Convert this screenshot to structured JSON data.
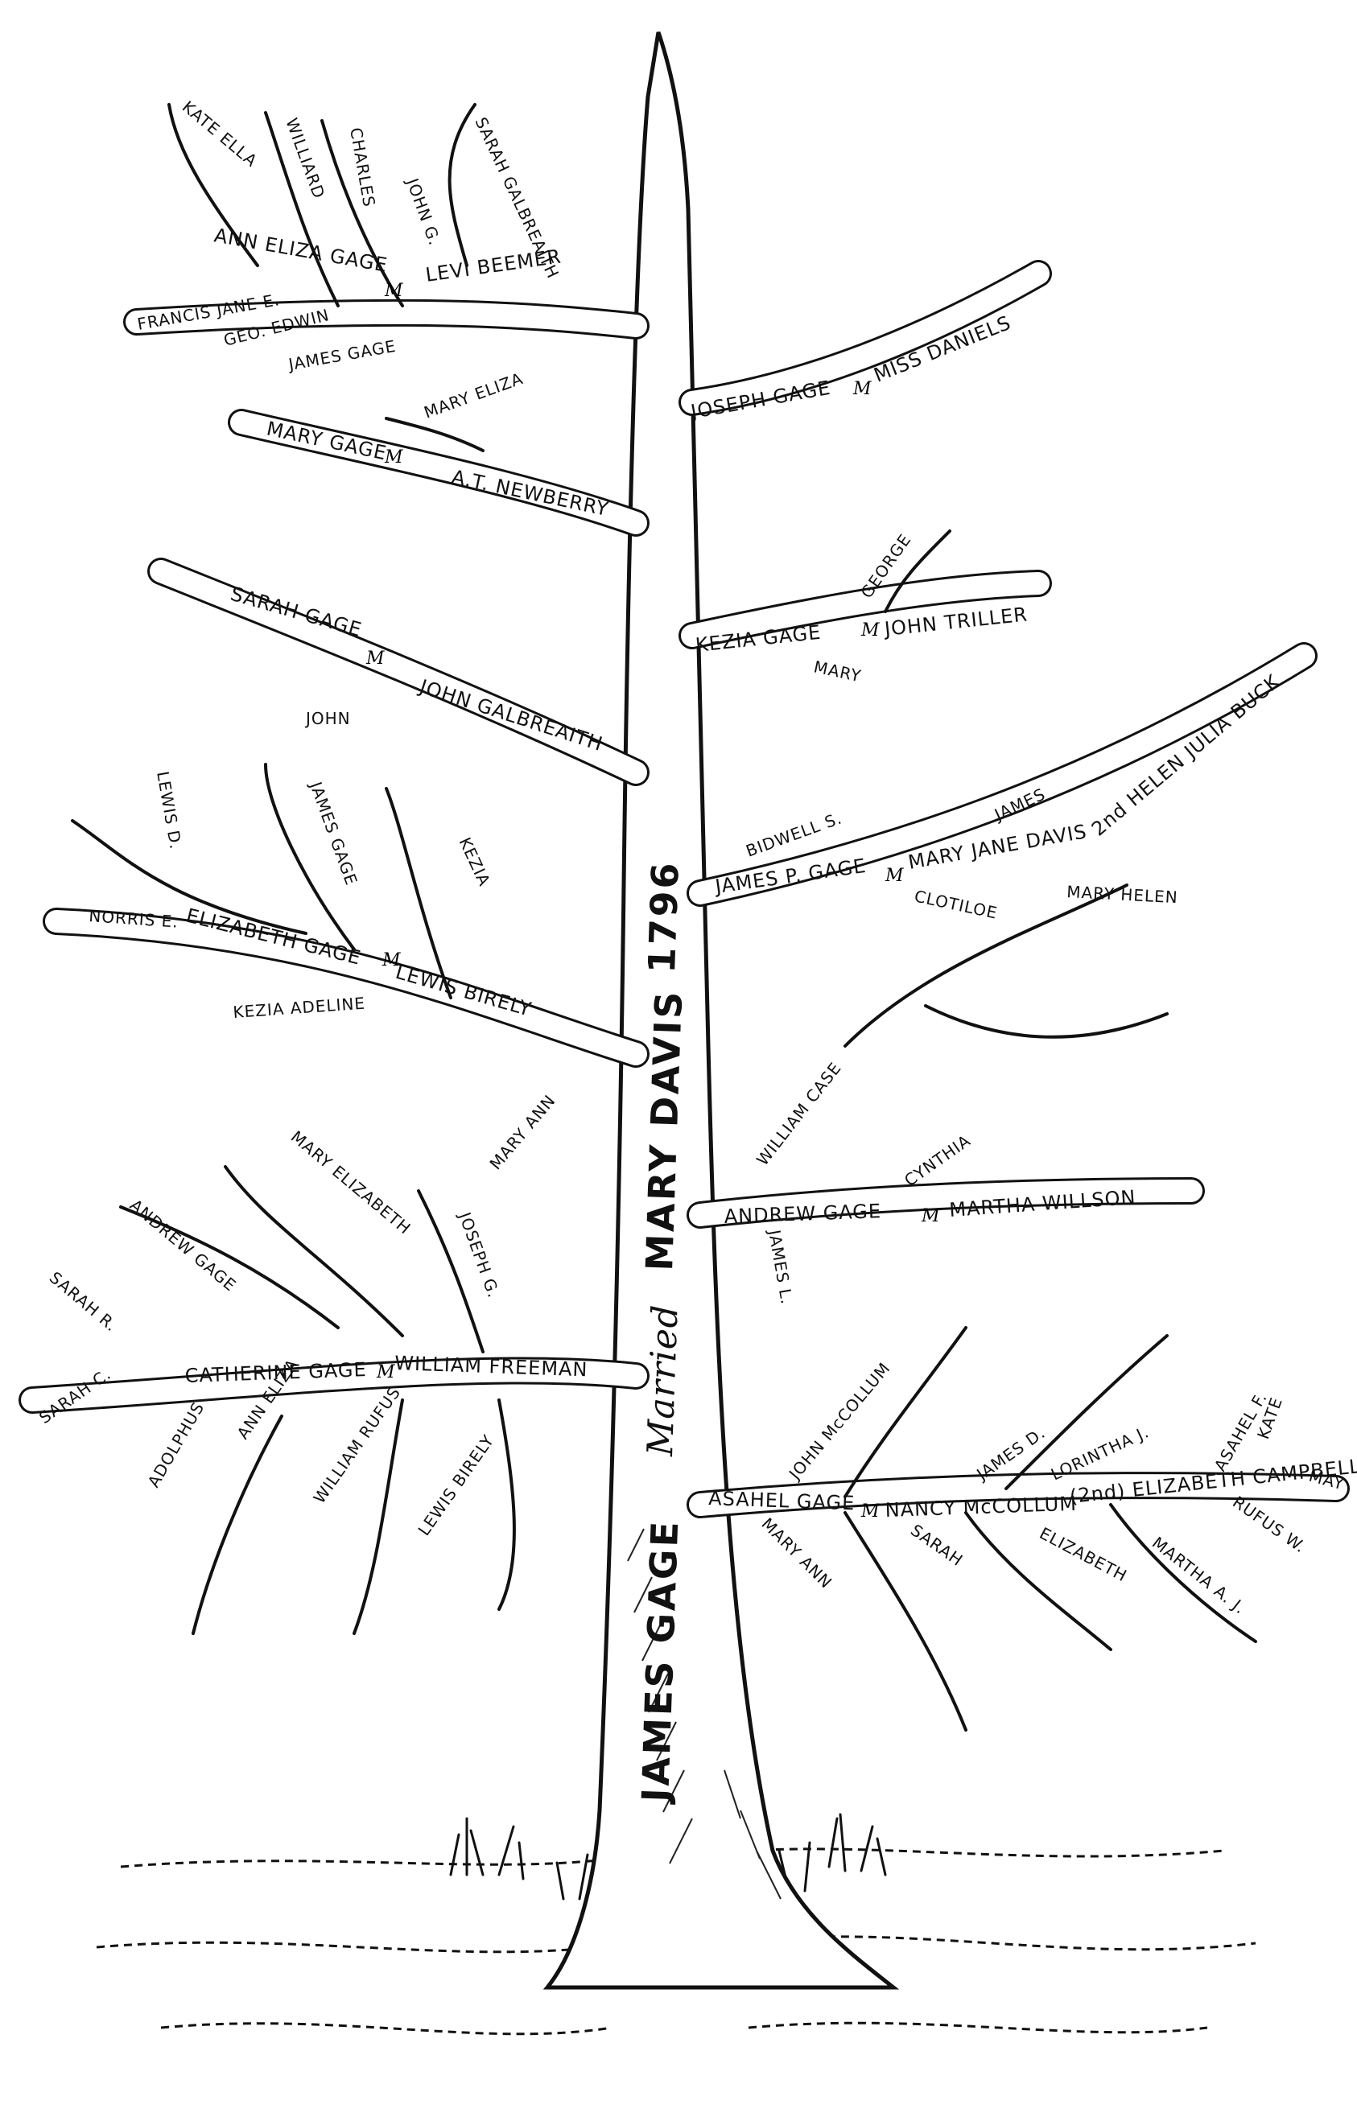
{
  "trunk": {
    "husband": "JAMES GAGE",
    "married": "Married",
    "wife": "MARY DAVIS",
    "year": "1796"
  },
  "marriage_mark": "M",
  "couples": {
    "levi": "ANN ELIZA GAGE",
    "levi_spouse": "LEVI BEEMER",
    "joseph": "JOSEPH GAGE",
    "joseph_spouse": "MISS DANIELS",
    "mary": "MARY GAGE",
    "mary_spouse": "A.T. NEWBERRY",
    "sarah": "SARAH GAGE",
    "sarah_spouse": "JOHN GALBREAITH",
    "kezia": "KEZIA GAGE",
    "kezia_spouse": "JOHN TRILLER",
    "elizabeth": "ELIZABETH GAGE",
    "elizabeth_spouse": "LEWIS BIRELY",
    "jamesp": "JAMES P. GAGE",
    "jamesp_spouse": "MARY JANE DAVIS",
    "jamesp_second": "2nd HELEN JULIA BUCK",
    "andrew": "ANDREW GAGE",
    "andrew_spouse": "MARTHA WILLSON",
    "catherine": "CATHERINE GAGE",
    "catherine_spouse": "WILLIAM FREEMAN",
    "asahel": "ASAHEL GAGE",
    "asahel_spouse": "NANCY McCOLLUM",
    "asahel_second": "(2nd) ELIZABETH CAMPBELL"
  },
  "children": {
    "kate_ella": "KATE ELLA",
    "williard": "WILLIARD",
    "charles": "CHARLES",
    "john_g": "JOHN G.",
    "sarah_galbreaith": "SARAH GALBREAITH",
    "francis_jane_e": "FRANCIS JANE E.",
    "geo_edwin": "GEO. EDWIN",
    "james_gage": "JAMES GAGE",
    "mary_eliza": "MARY ELIZA",
    "george": "GEORGE",
    "mary_t": "MARY",
    "john_s": "JOHN",
    "lewis_d": "LEWIS D.",
    "james_gage2": "JAMES GAGE",
    "kezia_c": "KEZIA",
    "norris_e": "NORRIS E.",
    "kezia_adeline": "KEZIA ADELINE",
    "mary_ann_e": "MARY ANN",
    "bidwell_s": "BIDWELL S.",
    "james_p": "JAMES",
    "clotiloe": "CLOTILOE",
    "mary_helen": "MARY HELEN",
    "william_case": "WILLIAM CASE",
    "cynthia": "CYNTHIA",
    "james_l": "JAMES L.",
    "mary_elizabeth": "MARY ELIZABETH",
    "andrew_gage": "ANDREW GAGE",
    "joseph_g": "JOSEPH G.",
    "sarah_r": "SARAH R.",
    "sarah_c": "SARAH C.",
    "adolphus": "ADOLPHUS",
    "ann_eliza": "ANN ELIZA",
    "william_rufus": "WILLIAM RUFUS",
    "lewis_birely": "LEWIS BIRELY",
    "john_mccollum": "JOHN McCOLLUM",
    "james_d": "JAMES D.",
    "lorintha_j": "LORINTHA J.",
    "asahel_f": "ASAHEL F.",
    "kate": "KATE",
    "may": "MAY",
    "rufus_w": "RUFUS W.",
    "mary_ann_a": "MARY ANN",
    "sarah_a": "SARAH",
    "elizabeth_a": "ELIZABETH",
    "martha_a_j": "MARTHA A. J."
  }
}
